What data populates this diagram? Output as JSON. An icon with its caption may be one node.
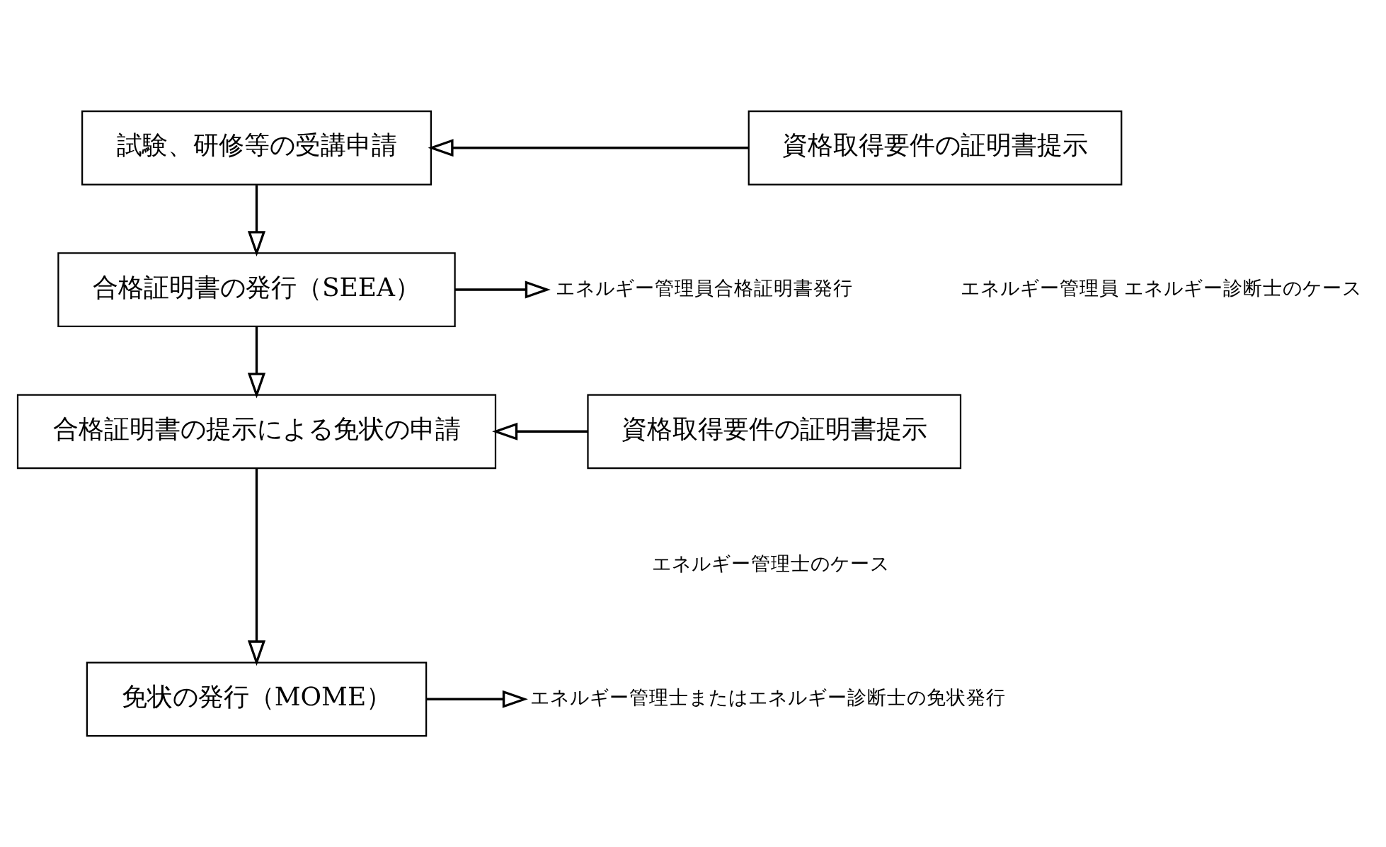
{
  "diagram": {
    "nodes": [
      {
        "text": [
          "試験、研修等の受講申請"
        ]
      },
      {
        "text": [
          "資格取得要件の証明書提示"
        ]
      },
      {
        "text": [
          "合格証明書の発行（SEEA）"
        ]
      },
      {
        "text": [
          "合格証明書の提示による免状の申請"
        ]
      },
      {
        "text": [
          "資格取得要件の証明書提示"
        ]
      },
      {
        "text": [
          "免状の発行（MOME）"
        ]
      },
      {
        "text": [
          "エネルギー管理員合格証明書発行"
        ]
      },
      {
        "text": [
          "エネルギー管理士またはエネルギー診断士の免状発行"
        ]
      }
    ],
    "edges": [
      {
        "from": 1,
        "to": 0,
        "arrow": "to"
      },
      {
        "from": 0,
        "to": 2,
        "arrow": "to"
      },
      {
        "from": 2,
        "to": 6,
        "arrow": "to"
      },
      {
        "from": 2,
        "to": 3,
        "arrow": "to"
      },
      {
        "from": 4,
        "to": 3,
        "arrow": "to"
      },
      {
        "from": 3,
        "to": 5,
        "arrow": "to"
      },
      {
        "from": 5,
        "to": 7,
        "arrow": "to"
      }
    ],
    "labels": [
      "エネルギー管理員 エネルギー診断士のケース",
      "エネルギー管理士のケース"
    ]
  }
}
